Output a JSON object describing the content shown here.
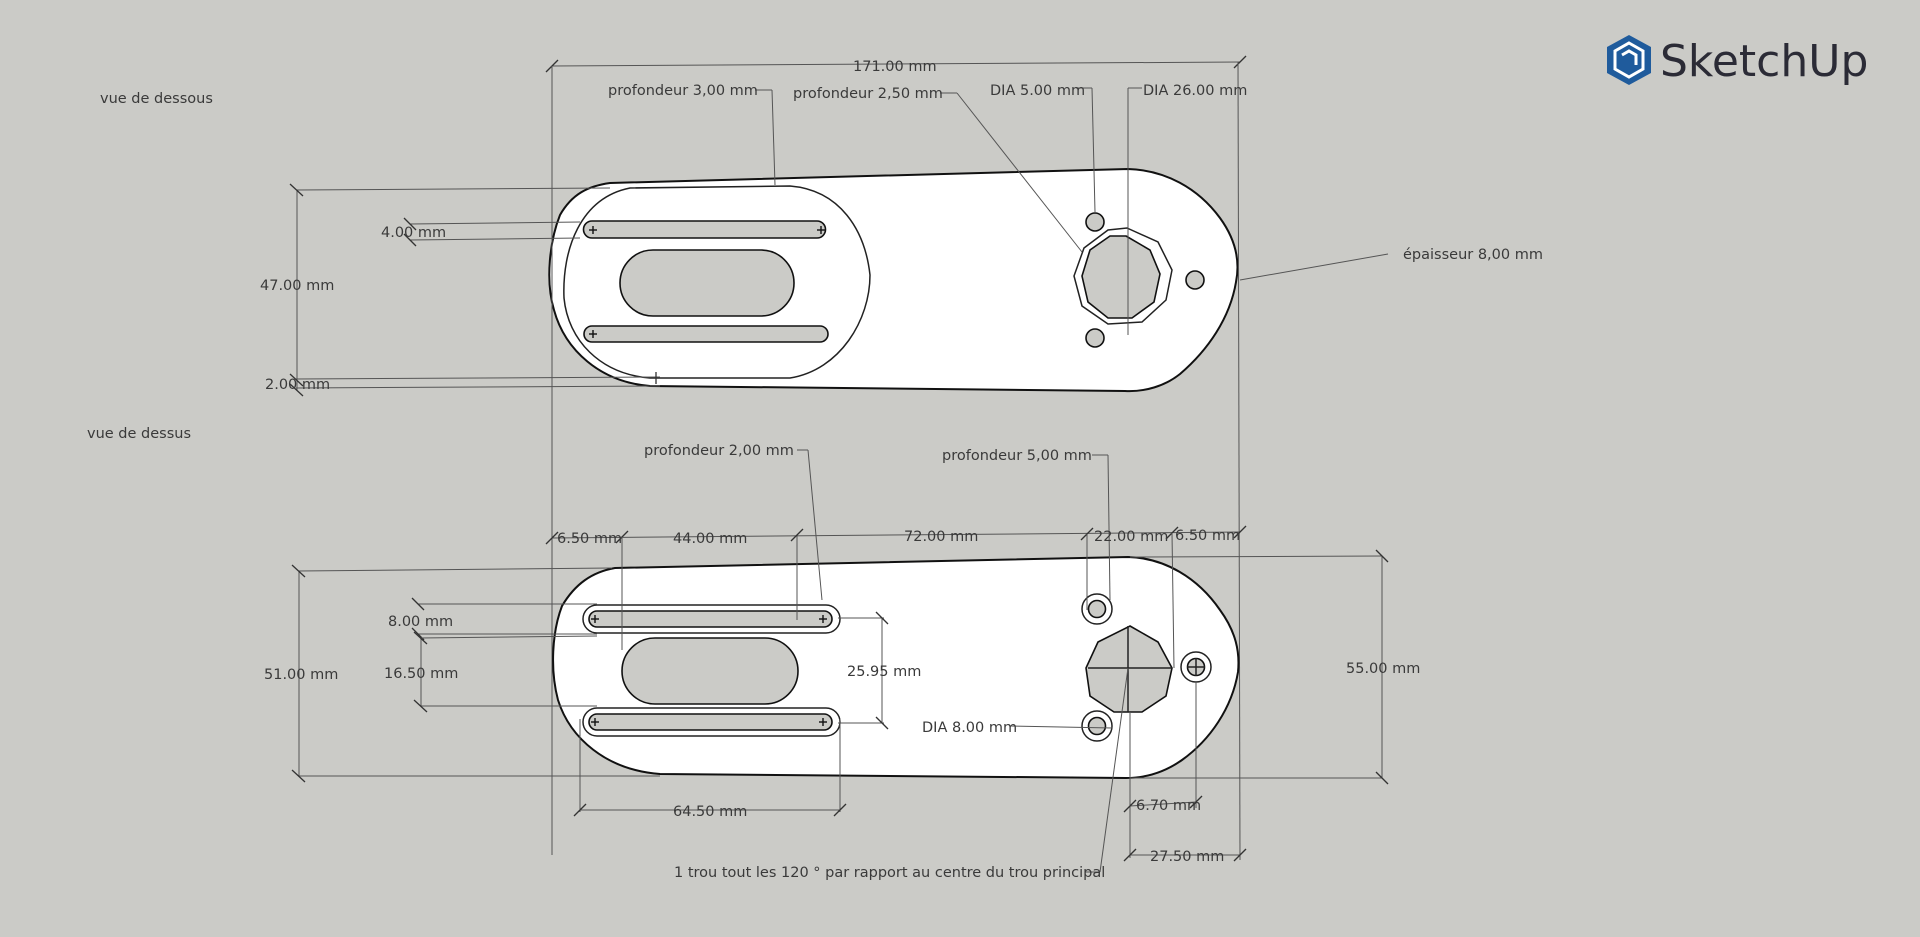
{
  "logo": {
    "text": "SketchUp",
    "color": "#1f5b9c"
  },
  "views": {
    "bottom": "vue de dessous",
    "top": "vue de dessus"
  },
  "dims": {
    "overall_length": "171.00 mm",
    "depth_300": "profondeur 3,00 mm",
    "depth_250": "profondeur 2,50 mm",
    "dia_5": "DIA 5.00 mm",
    "dia_26": "DIA 26.00 mm",
    "width_400": "4.00 mm",
    "width_4700": "47.00 mm",
    "width_200": "2.00 mm",
    "thickness": "épaisseur 8,00 mm",
    "depth_200": "profondeur 2,00 mm",
    "depth_500": "profondeur 5,00 mm",
    "d_650a": "6.50 mm",
    "d_4400": "44.00 mm",
    "d_7200": "72.00 mm",
    "d_2200": "22.00 mm",
    "d_650b": "6.50 mm",
    "d_800": "8.00 mm",
    "d_5100": "51.00 mm",
    "d_1650": "16.50 mm",
    "d_2595": "25.95 mm",
    "d_5500": "55.00 mm",
    "dia_8": "DIA 8.00 mm",
    "d_6450": "64.50 mm",
    "d_670": "6.70 mm",
    "d_2750": "27.50 mm",
    "note_120": "1 trou tout les 120 ° par rapport au centre du trou principal"
  }
}
